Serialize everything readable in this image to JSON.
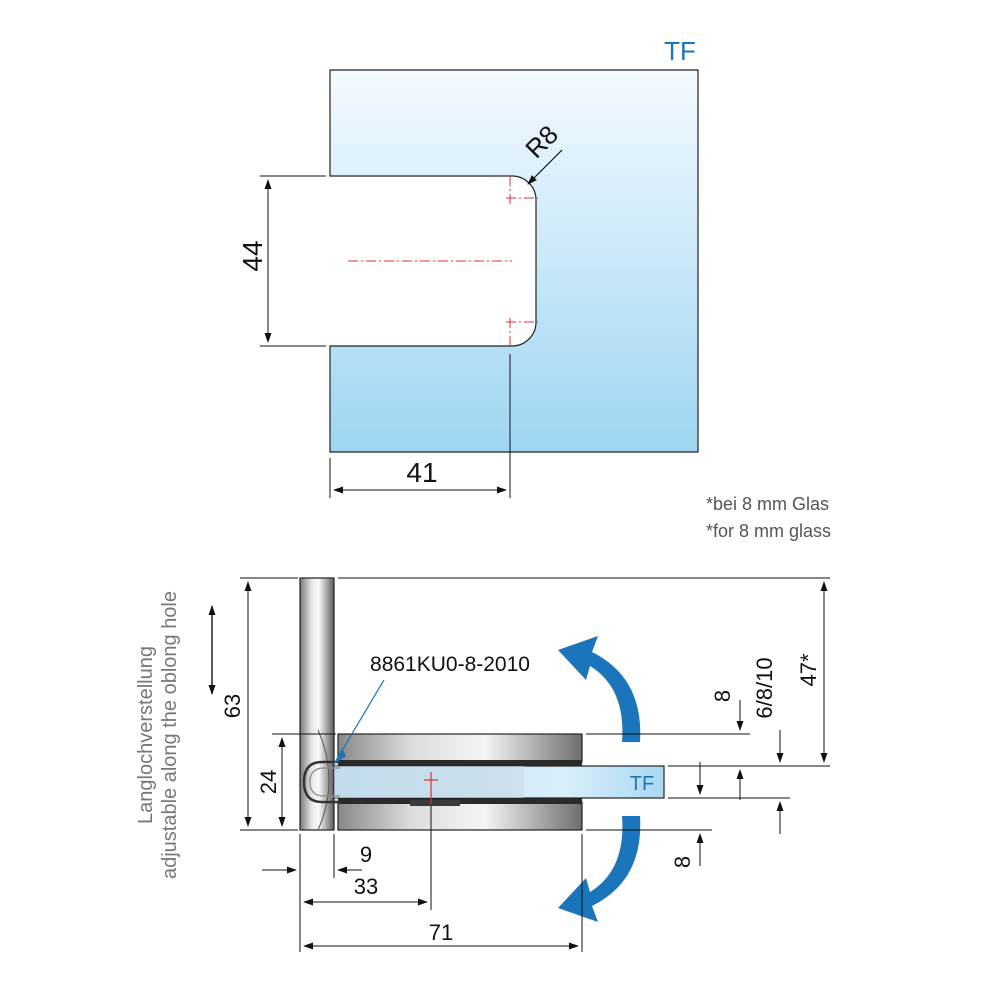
{
  "drawing": {
    "top_view": {
      "glass_label": "TF",
      "radius_label": "R8",
      "height_dim": "44",
      "depth_dim": "41"
    },
    "notes": {
      "line_de": "*bei 8 mm Glas",
      "line_en": "*for 8 mm glass"
    },
    "side_view": {
      "adjust_de": "Langlochverstellung",
      "adjust_en": "adjustable along the oblong hole",
      "part_number": "8861KU0-8-2010",
      "glass_label": "TF",
      "dim_total_height": "63",
      "dim_base_height": "24",
      "dim_9": "9",
      "dim_33": "33",
      "dim_71": "71",
      "dim_8_top": "8",
      "dim_8_bottom": "8",
      "dim_glass_thickness": "6/8/10",
      "dim_47": "47*"
    },
    "colors": {
      "accent_blue": "#1b75bb",
      "glass_top": "#f2f9fe",
      "glass_bottom": "#9fd6f3",
      "metal_dark": "#6a6a6a",
      "guide_red": "#e03030"
    }
  }
}
